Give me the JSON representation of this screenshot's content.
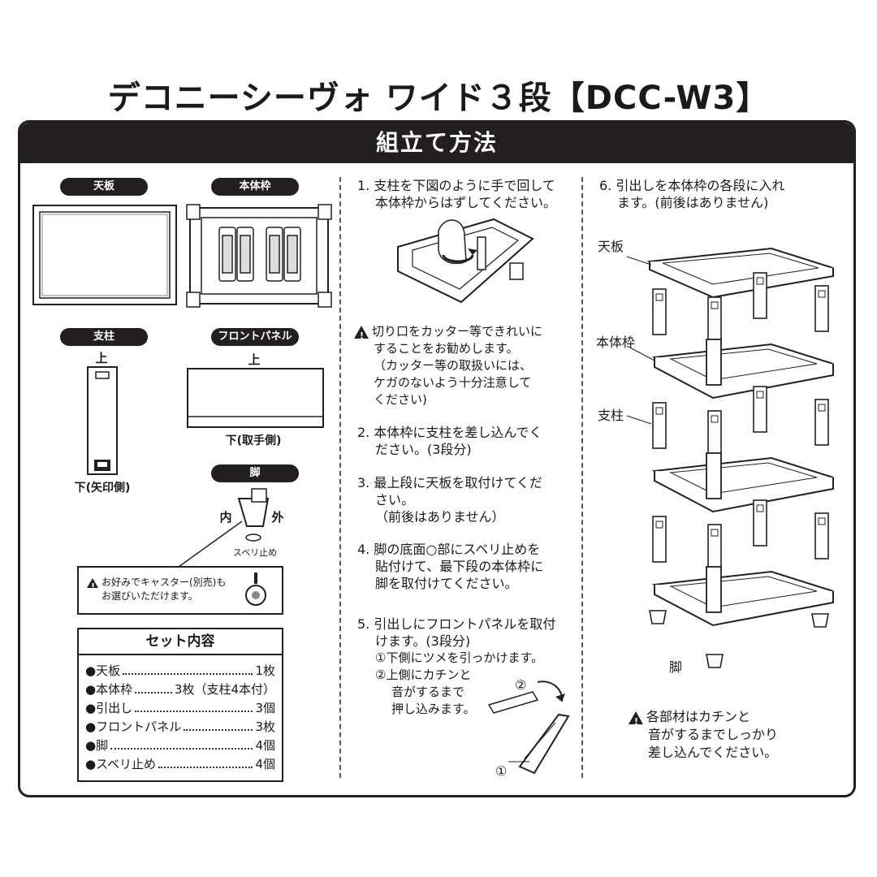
{
  "title": "デコニーシーヴォ ワイド３段【DCC-W3】",
  "banner": "組立て方法",
  "parts": {
    "tenban": "天板",
    "hontaiwaku": "本体枠",
    "shichu": "支柱",
    "front_panel": "フロントパネル",
    "ashi": "脚",
    "top_mark": "上",
    "top_mark2": "上",
    "bottom_arrow": "下(矢印側)",
    "bottom_handle": "下(取手側)",
    "inner": "内",
    "outer": "外",
    "suberi": "スベリ止め"
  },
  "caster_note": {
    "line1": "お好みでキャスター(別売)も",
    "line2": "お選びいただけます。"
  },
  "set_contents": {
    "heading": "セット内容",
    "items": [
      {
        "name": "●天板",
        "qty": "1枚"
      },
      {
        "name": "●本体枠",
        "qty": "3枚（支柱4本付）"
      },
      {
        "name": "●引出し",
        "qty": "3個"
      },
      {
        "name": "●フロントパネル",
        "qty": "3枚"
      },
      {
        "name": "●脚",
        "qty": "4個"
      },
      {
        "name": "●スベリ止め",
        "qty": "4個"
      }
    ]
  },
  "steps": {
    "s1_l1": "1. 支柱を下図のように手で回して",
    "s1_l2": "本体枠からはずしてください。",
    "warn_l1": "切り口をカッター等できれいに",
    "warn_l2": "することをお勧めします。",
    "warn_l3": "（カッター等の取扱いには、",
    "warn_l4": "ケガのないよう十分注意して",
    "warn_l5": "ください)",
    "s2_l1": "2. 本体枠に支柱を差し込んでく",
    "s2_l2": "ださい。(3段分)",
    "s3_l1": "3. 最上段に天板を取付けてくだ",
    "s3_l2": "さい。",
    "s3_l3": "（前後はありません）",
    "s4_l1": "4. 脚の底面○部にスベリ止めを",
    "s4_l2": "貼付けて、最下段の本体枠に",
    "s4_l3": "脚を取付けてください。",
    "s5_l1": "5. 引出しにフロントパネルを取付",
    "s5_l2": "けます。(3段分)",
    "s5_l3": "①下側にツメを引っかけます。",
    "s5_l4": "②上側にカチンと",
    "s5_l5": "音がするまで",
    "s5_l6": "押し込みます。",
    "mark1": "①",
    "mark2": "②",
    "s6_l1": "6. 引出しを本体枠の各段に入れ",
    "s6_l2": "ます。(前後はありません)"
  },
  "diagram_labels": {
    "tenban": "天板",
    "hontaiwaku": "本体枠",
    "shichu": "支柱",
    "ashi": "脚"
  },
  "final_note": {
    "l1": "各部材はカチンと",
    "l2": "音がするまでしっかり",
    "l3": "差し込んでください。"
  }
}
